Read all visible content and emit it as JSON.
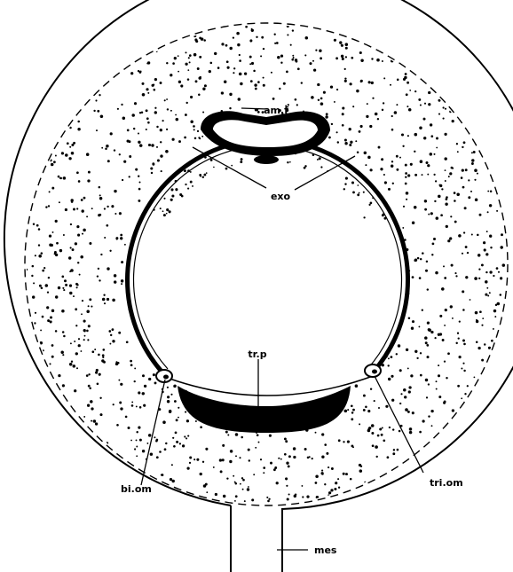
{
  "labels": {
    "am_f": "am.f",
    "exo": "exo",
    "tr_p": "tr.p",
    "tri_om": "tri.om",
    "bi_om": "bi.om",
    "mes": "mes"
  },
  "colors": {
    "ink": "#000000",
    "paper": "#ffffff"
  }
}
